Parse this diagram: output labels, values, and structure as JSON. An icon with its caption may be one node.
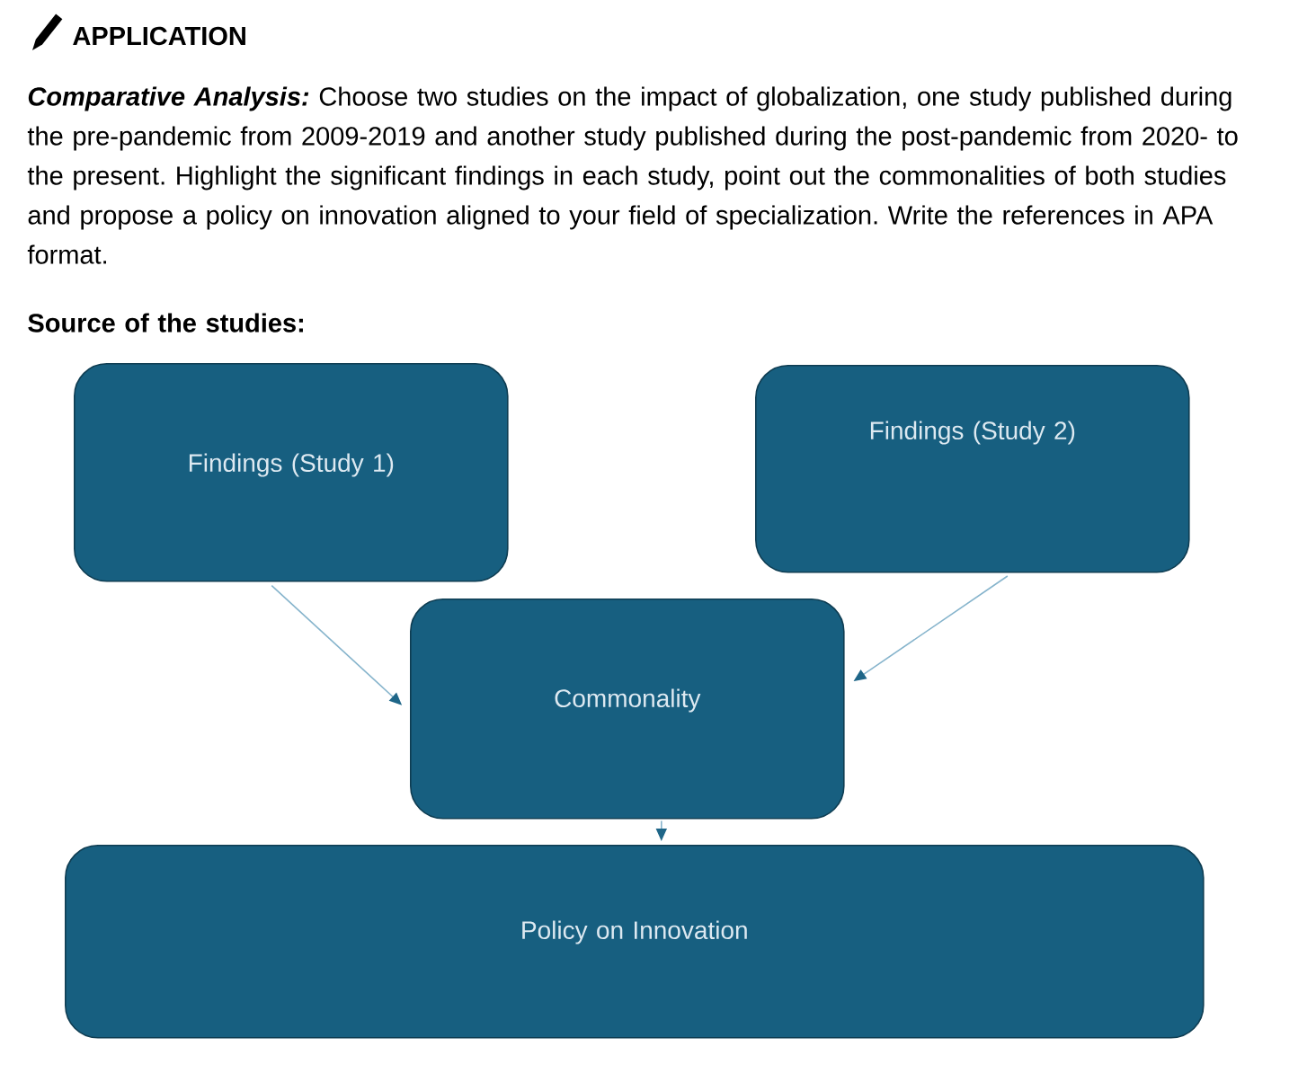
{
  "diagram": {
    "title": "APPLICATION",
    "nodes": [
      {
        "text": [
          "Findings (Study 1)"
        ]
      },
      {
        "text": [
          "Findings (Study 2)"
        ]
      },
      {
        "text": [
          "Commonality"
        ]
      },
      {
        "text": [
          "Policy on Innovation"
        ]
      }
    ],
    "edges": [
      {
        "from": 0,
        "to": 2,
        "arrow": "to"
      },
      {
        "from": 1,
        "to": 2,
        "arrow": "to"
      },
      {
        "from": 2,
        "to": 3,
        "arrow": "to"
      }
    ],
    "labels": [
      "**Comparative Analysis:** Choose two studies on the impact of globalization, one study published during the pre-pandemic from 2009-2019 and another study published during the post-pandemic from 2020- to the present. Highlight the significant findings in each study, point out the commonalities of both studies and propose a policy on innovation aligned to your field of specialization. Write the references in APA format.",
      "Source of the studies:"
    ]
  }
}
